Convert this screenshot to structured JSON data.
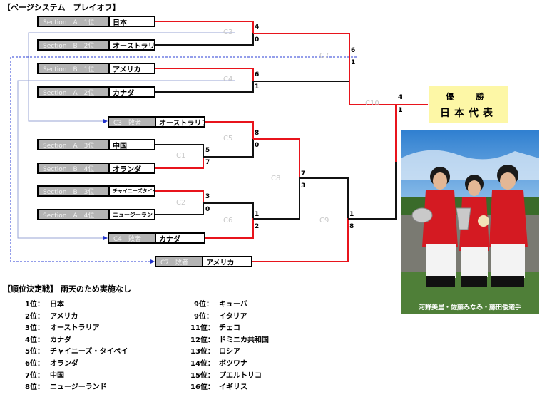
{
  "title": "【ページシステム　プレイオフ】",
  "slots": [
    {
      "seed": "Section　A　1位",
      "team": "日本"
    },
    {
      "seed": "Section　B　2位",
      "team": "オーストラリア"
    },
    {
      "seed": "Section　B　1位",
      "team": "アメリカ"
    },
    {
      "seed": "Section　A　2位",
      "team": "カナダ"
    },
    {
      "seed": "C3　敗者",
      "team": "オーストラリア"
    },
    {
      "seed": "Section　A　3位",
      "team": "中国"
    },
    {
      "seed": "Section　B　4位",
      "team": "オランダ"
    },
    {
      "seed": "Section　B　3位",
      "team": "チャイニーズタイペイ"
    },
    {
      "seed": "Section　A　4位",
      "team": "ニュージーランド"
    },
    {
      "seed": "C4　敗者",
      "team": "カナダ"
    },
    {
      "seed": "C7　敗者",
      "team": "アメリカ"
    }
  ],
  "games": {
    "c1": "C1",
    "c2": "C2",
    "c3": "C3",
    "c4": "C4",
    "c5": "C5",
    "c6": "C6",
    "c7": "C7",
    "c8": "C8",
    "c9": "C9",
    "c10": "C10"
  },
  "scores": {
    "c3_top": "4",
    "c3_bot": "0",
    "c4_top": "6",
    "c4_bot": "1",
    "c7_top": "6",
    "c7_bot": "1",
    "c1_top": "5",
    "c1_bot": "7",
    "c2_top": "3",
    "c2_bot": "0",
    "c5_top": "8",
    "c5_bot": "0",
    "c6_top": "1",
    "c6_bot": "2",
    "c8_top": "7",
    "c8_bot": "3",
    "c9_top": "1",
    "c9_bot": "8",
    "c10_top": "4",
    "c10_bot": "1"
  },
  "winner": {
    "label": "優　勝",
    "team": "日本代表"
  },
  "photo_caption": "河野美里・佐藤みなみ・藤田倭選手",
  "ranking_title": "【順位決定戦】 雨天のため実施なし",
  "ranking_left": [
    {
      "rank": "1位：",
      "team": "日本"
    },
    {
      "rank": "2位：",
      "team": "アメリカ"
    },
    {
      "rank": "3位：",
      "team": "オーストラリア"
    },
    {
      "rank": "4位：",
      "team": "カナダ"
    },
    {
      "rank": "5位：",
      "team": "チャイニーズ・タイペイ"
    },
    {
      "rank": "6位：",
      "team": "オランダ"
    },
    {
      "rank": "7位：",
      "team": "中国"
    },
    {
      "rank": "8位：",
      "team": "ニュージーランド"
    }
  ],
  "ranking_right": [
    {
      "rank": "9位：",
      "team": "キューバ"
    },
    {
      "rank": "9位：",
      "team": "イタリア"
    },
    {
      "rank": "11位：",
      "team": "チェコ"
    },
    {
      "rank": "12位：",
      "team": "ドミニカ共和国"
    },
    {
      "rank": "13位：",
      "team": "ロシア"
    },
    {
      "rank": "14位：",
      "team": "ボツワナ"
    },
    {
      "rank": "15位：",
      "team": "プエルトリコ"
    },
    {
      "rank": "16位：",
      "team": "イギリス"
    }
  ],
  "colors": {
    "win": "#e8141c",
    "lose": "#111111",
    "faint": "#9aa4d4",
    "dashed": "#2a3dd6",
    "arrow": "#2233cc"
  }
}
